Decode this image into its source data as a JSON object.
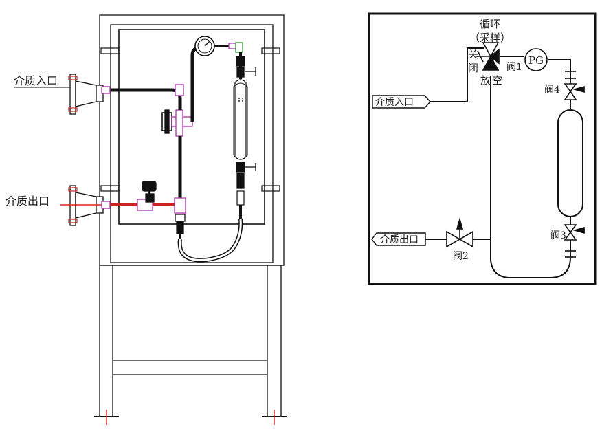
{
  "left_view": {
    "inlet_label": "介质入口",
    "outlet_label": "介质出口"
  },
  "schematic": {
    "recirc_label_1": "循环",
    "recirc_label_2": "（采样）",
    "close_label_1": "关",
    "close_label_2": "闭",
    "vent_label_1": "放",
    "vent_label_2": "空",
    "valve1_label": "阀1",
    "gauge_label": "PG",
    "valve4_label": "阀4",
    "inlet_tag": "介质入口",
    "outlet_tag": "介质出口",
    "valve2_label": "阀2",
    "valve3_label": "阀3"
  }
}
